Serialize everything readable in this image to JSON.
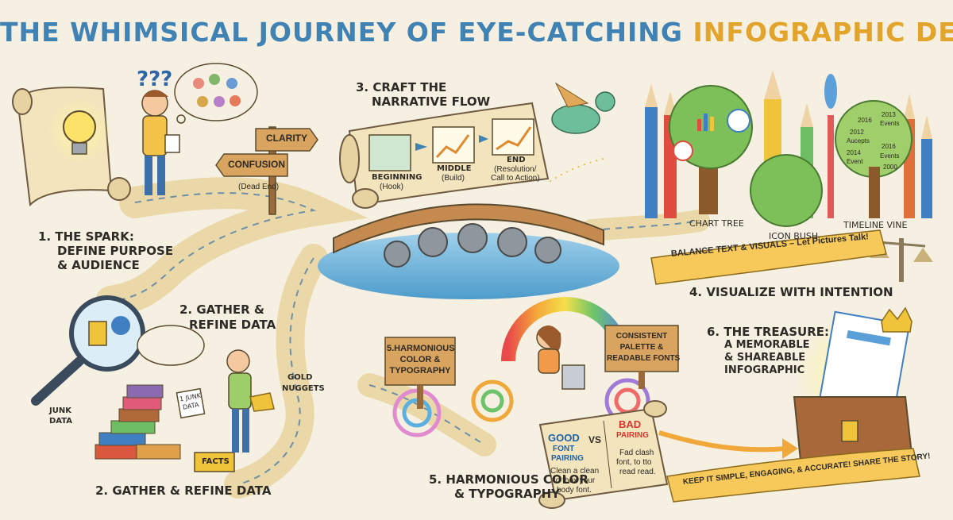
{
  "title": {
    "part1": "THE WHIMSICAL JOURNEY OF EYE-CATCHING",
    "part2": "INFOGRAPHIC DESIGN",
    "color_part1": "#3f82b3",
    "color_part2": "#e2a42b"
  },
  "step1": {
    "line1": "1. THE SPARK:",
    "line2": "DEFINE PURPOSE",
    "line3": "& AUDIENCE"
  },
  "signpost": {
    "clarity": "CLARITY",
    "confusion": "CONFUSION",
    "dead_end": "(Dead End)"
  },
  "step2_upper": {
    "line1": "2. GATHER &",
    "line2": "REFINE DATA"
  },
  "step2_lower": "2. GATHER & REFINE DATA",
  "data_labels": {
    "junk_data_line1": "JUNK",
    "junk_data_line2": "DATA",
    "junk_paper_line1": "1 JUNK",
    "junk_paper_line2": "DATA",
    "gold_line1": "GOLD",
    "gold_line2": "NUGGETS",
    "facts": "FACTS"
  },
  "step3": {
    "line1": "3. CRAFT THE",
    "line2": "NARRATIVE FLOW"
  },
  "narrative": {
    "beginning": "BEGINNING",
    "beginning_sub": "(Hook)",
    "middle": "MIDDLE",
    "middle_sub": "(Build)",
    "end": "END",
    "end_sub1": "(Resolution/",
    "end_sub2": "Call to Action)"
  },
  "visuals": {
    "chart_tree": "CHART TREE",
    "icon_bush": "ICON BUSH",
    "timeline_vine": "TIMELINE VINE",
    "timeline": [
      "2016",
      "2013",
      "Events",
      "2012",
      "Aucepts",
      "2014",
      "2016",
      "Event",
      "Events",
      "2000"
    ]
  },
  "banner_top": "BALANCE TEXT & VISUALS – Let Pictures Talk!",
  "step4": "4. VISUALIZE WITH INTENTION",
  "sign_left": {
    "line1": "5.HARMONIOUS",
    "line2": "COLOR &",
    "line3": "TYPOGRAPHY"
  },
  "sign_right": {
    "line1": "CONSISTENT",
    "line2": "PALETTE &",
    "line3": "READABLE FONTS"
  },
  "pairing": {
    "good": "GOOD",
    "good_sub1": "FONT",
    "good_sub2": "PAIRING",
    "vs": "VS",
    "bad": "BAD",
    "bad_sub": "PAIRING",
    "good_note1": "Clean a clean",
    "good_note2": "to thox your",
    "good_note3": "body font.",
    "bad_note1": "Fad clash",
    "bad_note2": "font, to tto",
    "bad_note3": "read read."
  },
  "step5": {
    "line1": "5. HARMONIOUS COLOR",
    "line2": "& TYPOGRAPHY"
  },
  "step6": {
    "line1": "6. THE TREASURE:",
    "line2": "A MEMORABLE",
    "line3": "& SHAREABLE",
    "line4": "INFOGRAPHIC"
  },
  "banner_bottom": "KEEP IT SIMPLE, ENGAGING, & ACCURATE! SHARE THE STORY!"
}
